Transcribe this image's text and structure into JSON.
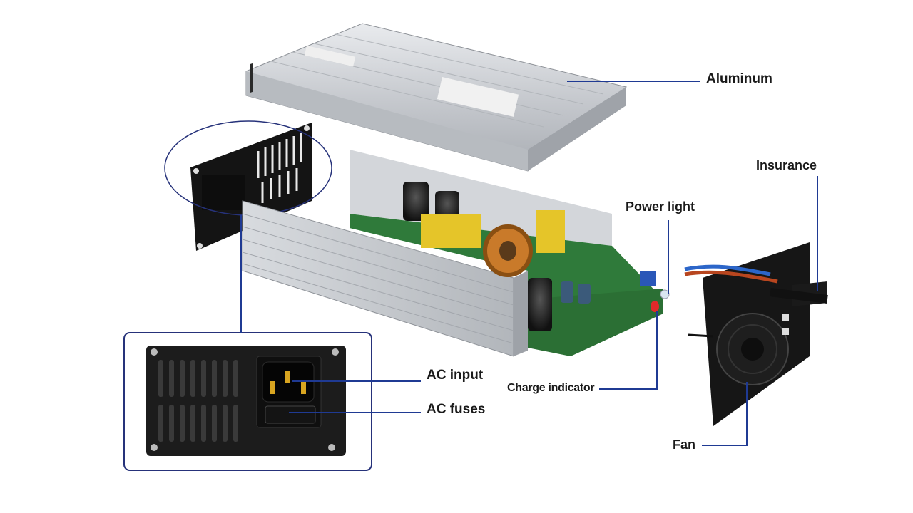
{
  "labels": {
    "aluminum": "Aluminum",
    "insurance": "Insurance",
    "power_light": "Power light",
    "ac_input": "AC input",
    "charge_indicator": "Charge indicator",
    "ac_fuses": "AC fuses",
    "fan": "Fan"
  },
  "colors": {
    "leader_line": "#1f3a93",
    "inset_border": "#26327a",
    "aluminum": "#c9ccd0",
    "pcb": "#2f7a3a",
    "panel": "#1c1c1c"
  }
}
